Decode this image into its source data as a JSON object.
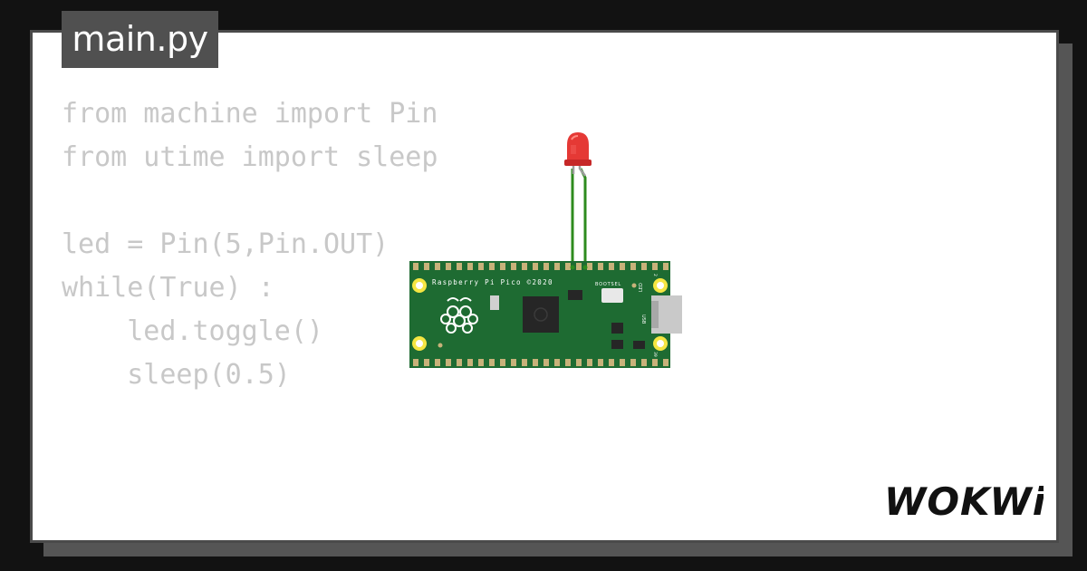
{
  "file_tab": {
    "name": "main.py"
  },
  "code": {
    "lines": [
      "from machine import Pin",
      "from utime import sleep",
      "",
      "led = Pin(5,Pin.OUT)",
      "while(True) :",
      "    led.toggle()",
      "    sleep(0.5)"
    ]
  },
  "board": {
    "silkscreen_title": "Raspberry Pi Pico ©2020",
    "bootsel_label": "BOOTSEL",
    "led_label": "LED",
    "usb_label": "USB",
    "pin_labels": [
      "2",
      "39"
    ]
  },
  "led": {
    "color": "#e53935"
  },
  "colors": {
    "board_green": "#1e6b32",
    "wire_green": "#2e8b1e",
    "code_gray": "#c8c8c8",
    "tab_gray": "#505050"
  },
  "logo": {
    "text": "WOKWi"
  }
}
